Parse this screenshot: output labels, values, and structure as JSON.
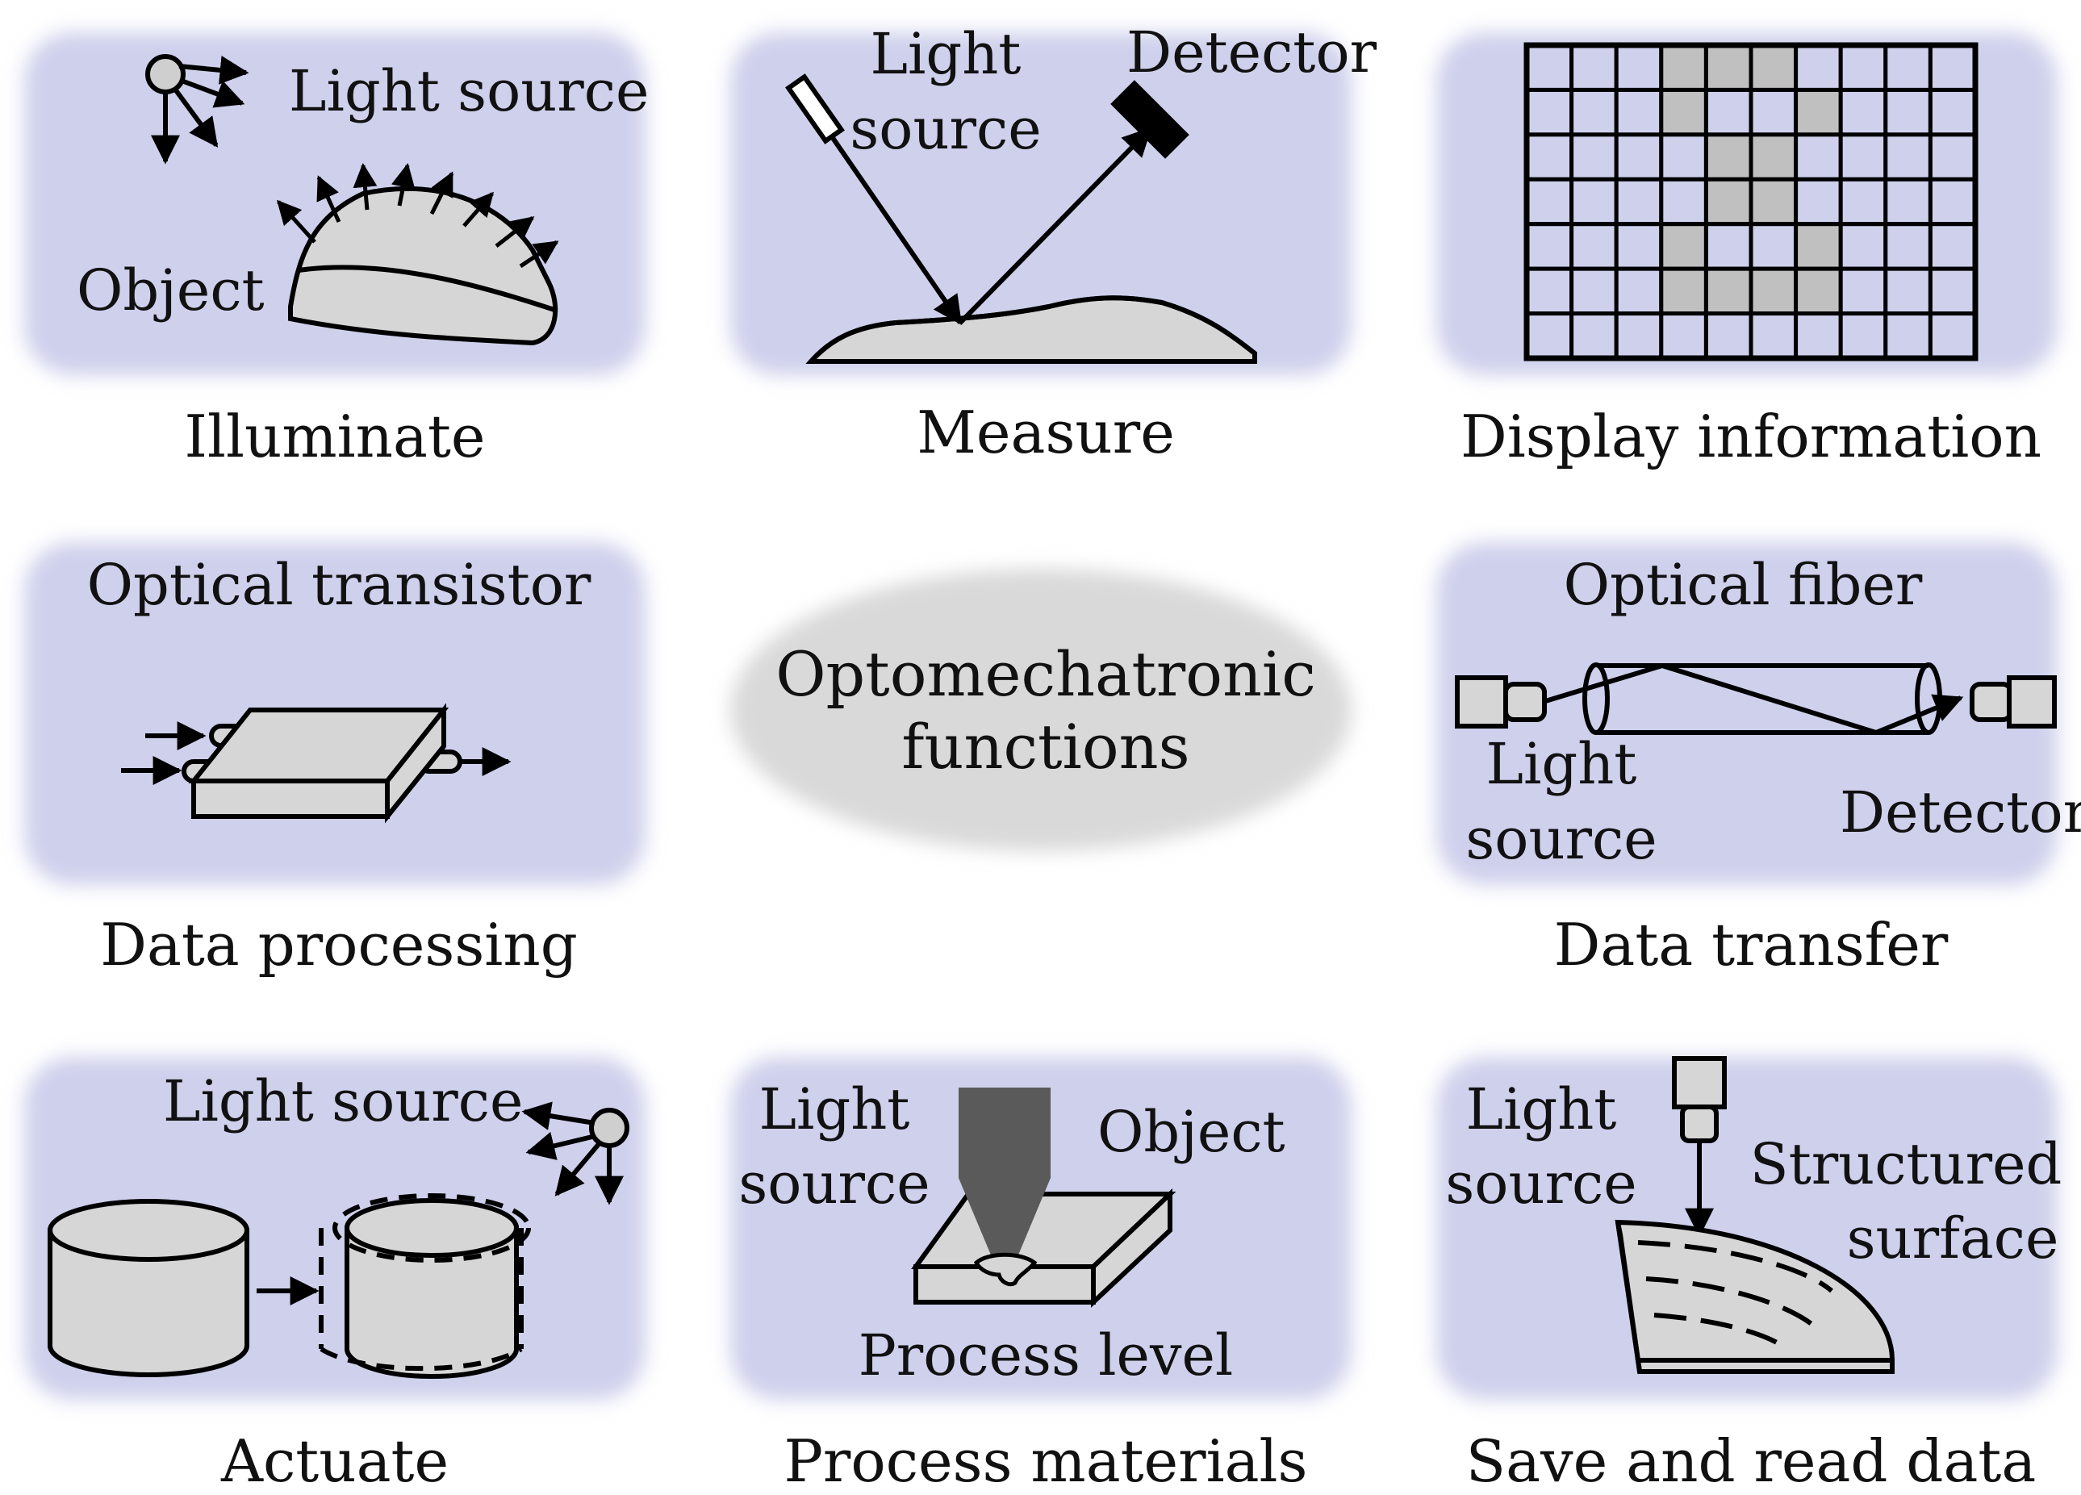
{
  "center": {
    "line1": "Optomechatronic",
    "line2": "functions"
  },
  "panels": {
    "illuminate": {
      "caption": "Illuminate",
      "light_source": "Light source",
      "object": "Object"
    },
    "measure": {
      "caption": "Measure",
      "light_line1": "Light",
      "light_line2": "source",
      "detector": "Detector"
    },
    "display": {
      "caption": "Display information"
    },
    "data_processing": {
      "caption": "Data processing",
      "title": "Optical transistor"
    },
    "data_transfer": {
      "caption": "Data transfer",
      "title": "Optical fiber",
      "light_line1": "Light",
      "light_line2": "source",
      "detector": "Detector"
    },
    "actuate": {
      "caption": "Actuate",
      "light_source": "Light source"
    },
    "process_materials": {
      "caption": "Process materials",
      "light_line1": "Light",
      "light_line2": "source",
      "object": "Object",
      "process_level": "Process level"
    },
    "save_read": {
      "caption": "Save and read data",
      "light_line1": "Light",
      "light_line2": "source",
      "structured_line1": "Structured",
      "structured_line2": "surface"
    }
  },
  "colors": {
    "panel_fill": "#cfd0ec",
    "center_fill": "#d9d9d9",
    "object_fill": "#d6d6d6",
    "highlight_cell": "#c0c0c0",
    "laser_fill": "#5a5a5a"
  },
  "display_grid": {
    "rows": 7,
    "cols": 10,
    "highlight": [
      [
        0,
        3
      ],
      [
        0,
        4
      ],
      [
        0,
        5
      ],
      [
        1,
        3
      ],
      [
        1,
        6
      ],
      [
        2,
        4
      ],
      [
        2,
        5
      ],
      [
        3,
        4
      ],
      [
        3,
        5
      ],
      [
        4,
        3
      ],
      [
        4,
        6
      ],
      [
        5,
        3
      ],
      [
        5,
        4
      ],
      [
        5,
        5
      ],
      [
        5,
        6
      ]
    ]
  }
}
